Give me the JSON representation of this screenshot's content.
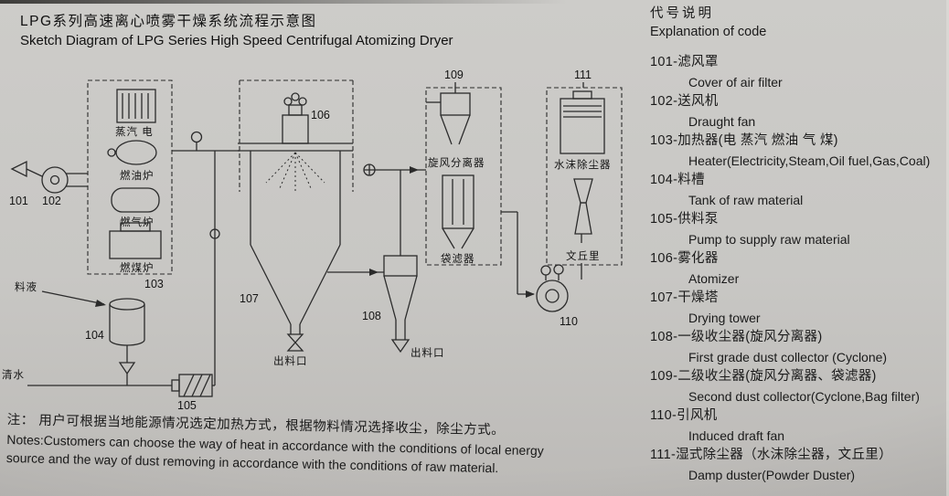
{
  "page": {
    "title_zh": "LPG系列高速离心喷雾干燥系统流程示意图",
    "title_en": "Sketch Diagram of LPG Series High Speed Centrifugal Atomizing Dryer"
  },
  "colors": {
    "paper": "#c8c7c4",
    "ink": "#1a1a1a",
    "line": "#2b2b2b"
  },
  "diagram": {
    "labels": {
      "n101": "101",
      "n102": "102",
      "n103": "103",
      "n104": "104",
      "n105": "105",
      "n106": "106",
      "n107": "107",
      "n108": "108",
      "n109": "109",
      "n110": "110",
      "n111": "111",
      "steam_electric": "蒸汽 电",
      "oil_furnace": "燃油炉",
      "gas_furnace": "燃气炉",
      "coal_furnace": "燃煤炉",
      "feed_liquid": "料液",
      "clean_water": "清水",
      "outlet_tower": "出料口",
      "outlet_cyclone": "出料口",
      "cyclone_separator": "旋风分离器",
      "bag_filter": "袋滤器",
      "water_duster": "水沫除尘器",
      "venturi": "文丘里"
    }
  },
  "notes": {
    "zh": "注： 用户可根据当地能源情况选定加热方式，根据物料情况选择收尘，除尘方式。",
    "en1": "Notes:Customers can choose the way of heat in accordance with the conditions of local energy",
    "en2": "source and the way of dust removing in accordance with the conditions of raw material."
  },
  "legend": {
    "title_zh": "代号说明",
    "title_en": "Explanation of code",
    "items": [
      {
        "zh": "101-滤风罩",
        "en": "Cover of air filter"
      },
      {
        "zh": "102-送风机",
        "en": "Draught fan"
      },
      {
        "zh": "103-加热器(电 蒸汽 燃油 气 煤)",
        "en": "Heater(Electricity,Steam,Oil fuel,Gas,Coal)"
      },
      {
        "zh": "104-料槽",
        "en": "Tank of raw material"
      },
      {
        "zh": "105-供料泵",
        "en": "Pump to supply raw material"
      },
      {
        "zh": "106-雾化器",
        "en": "Atomizer"
      },
      {
        "zh": "107-干燥塔",
        "en": "Drying tower"
      },
      {
        "zh": "108-一级收尘器(旋风分离器)",
        "en": "First grade dust collector (Cyclone)"
      },
      {
        "zh": "109-二级收尘器(旋风分离器、袋滤器)",
        "en": "Second dust collector(Cyclone,Bag filter)"
      },
      {
        "zh": "110-引风机",
        "en": "Induced draft fan"
      },
      {
        "zh": "111-湿式除尘器（水沫除尘器，文丘里）",
        "en": "Damp duster(Powder Duster)"
      }
    ]
  }
}
